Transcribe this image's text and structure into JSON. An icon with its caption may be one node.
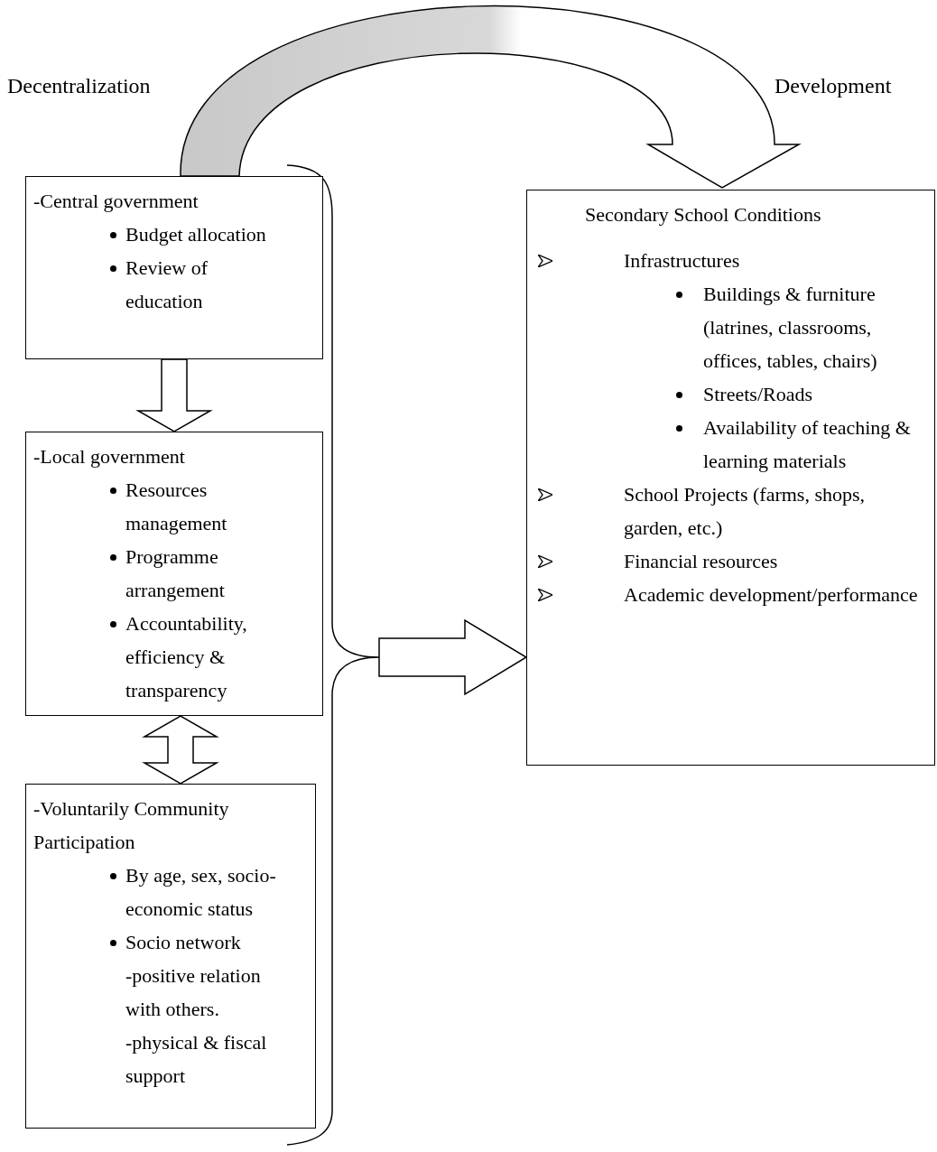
{
  "diagram": {
    "nodes": [
      {
        "text": [
          "-Central government",
          "Budget allocation",
          "Review of education"
        ]
      },
      {
        "text": [
          "-Local government",
          "Resources management",
          "Programme arrangement",
          "Accountability, efficiency & transparency"
        ]
      },
      {
        "text": [
          "-Voluntarily Community Participation",
          "By age, sex, socio-economic status",
          "Socio network",
          "-positive relation with others.",
          "-physical & fiscal support"
        ]
      },
      {
        "text": [
          "Secondary School Conditions",
          "Infrastructures",
          "Buildings & furniture (latrines, classrooms, offices, tables, chairs)",
          "Streets/Roads",
          "Availability of teaching & learning materials",
          "School Projects (farms, shops, garden, etc.)",
          "Financial resources",
          "Academic development/performance"
        ]
      }
    ],
    "edges": [
      {
        "from": 0,
        "to": 1,
        "arrow": "to"
      },
      {
        "from": 1,
        "to": 2,
        "arrow": "both"
      },
      {
        "from": 0,
        "to": 3,
        "arrow": "to"
      },
      {
        "from": null,
        "to": 3,
        "arrow": "to"
      }
    ],
    "labels": [
      "Decentralization",
      "Development"
    ]
  }
}
